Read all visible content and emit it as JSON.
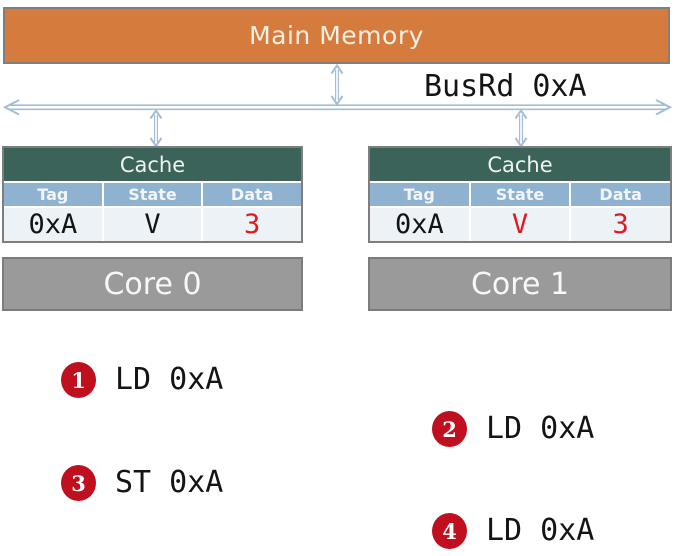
{
  "memory": {
    "label": "Main Memory"
  },
  "bus": {
    "label": "BusRd 0xA"
  },
  "caches": [
    {
      "title": "Cache",
      "columns": [
        "Tag",
        "State",
        "Data"
      ],
      "cells": [
        {
          "text": "0xA",
          "style": "color:#141414"
        },
        {
          "text": "V",
          "style": "color:#141414"
        },
        {
          "text": "3",
          "style": "color:#e01820"
        }
      ],
      "core_label": "Core 0"
    },
    {
      "title": "Cache",
      "columns": [
        "Tag",
        "State",
        "Data"
      ],
      "cells": [
        {
          "text": "0xA",
          "style": "color:#141414"
        },
        {
          "text": "V",
          "style": "color:#e01820"
        },
        {
          "text": "3",
          "style": "color:#e01820"
        }
      ],
      "core_label": "Core 1"
    }
  ],
  "operations": [
    {
      "badge": "1",
      "label": "LD 0xA"
    },
    {
      "badge": "2",
      "label": "LD 0xA"
    },
    {
      "badge": "3",
      "label": "ST 0xA"
    },
    {
      "badge": "4",
      "label": "LD 0xA"
    }
  ],
  "colors": {
    "memory_fill": "#d57b3d",
    "cache_header_fill": "#3c635a",
    "column_header_fill": "#8fb2d1",
    "core_fill": "#9a9a9a",
    "bus_arrow": "#a3bdd8",
    "value_red": "#e01820",
    "badge_red": "#c00f1e"
  }
}
